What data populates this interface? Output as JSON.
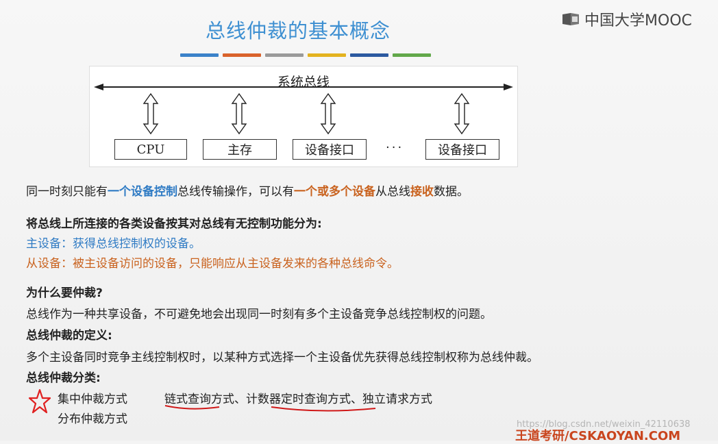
{
  "header": {
    "title": "总线仲裁的基本概念",
    "logo_text": "中国大学MOOC"
  },
  "accent_colors": [
    "#3b82c9",
    "#d9622b",
    "#9a9a9a",
    "#e3b21e",
    "#2c5aa0",
    "#62a84a"
  ],
  "diagram": {
    "bus_label": "系统总线",
    "devices": [
      "CPU",
      "主存",
      "设备接口",
      "设备接口"
    ],
    "ellipsis": "···"
  },
  "paragraphs": {
    "line1": {
      "a": "同一时刻只能有",
      "b": "一个设备控制",
      "c": "总线传输操作，可以有",
      "d": "一个或多个设备",
      "e": "从总线",
      "f": "接收",
      "g": "数据。"
    },
    "classify_heading": "将总线上所连接的各类设备按其对总线有无控制功能分为:",
    "master": "主设备：获得总线控制权的设备。",
    "slave": "从设备：被主设备访问的设备，只能响应从主设备发来的各种总线命令。",
    "why_heading": "为什么要仲裁?",
    "why_text": "总线作为一种共享设备，不可避免地会出现同一时刻有多个主设备竞争总线控制权的问题。",
    "def_heading": "总线仲裁的定义:",
    "def_text": "多个主设备同时竞争主线控制权时，以某种方式选择一个主设备优先获得总线控制权称为总线仲裁。",
    "cat_heading": "总线仲裁分类:",
    "centralized": "集中仲裁方式",
    "methods": {
      "m1": "链式查询",
      "s1": "方式、",
      "m2": "计数器定时查询",
      "s2": "方式、独立请求方式"
    },
    "distributed": "分布仲裁方式"
  },
  "footer": {
    "watermark": "https://blog.csdn.net/weixin_42110638",
    "brand": "王道考研/CSKAOYAN.COM"
  }
}
